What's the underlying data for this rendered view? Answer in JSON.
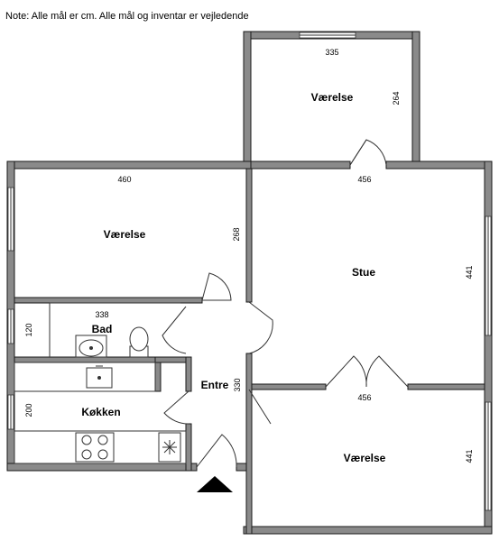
{
  "note": "Note: Alle mål er cm. Alle mål og inventar er vejledende",
  "rooms": {
    "vaerelse_top": {
      "name": "Værelse",
      "width": "335",
      "depth": "264"
    },
    "vaerelse_left": {
      "name": "Værelse",
      "width": "460",
      "depth": "268"
    },
    "stue": {
      "name": "Stue",
      "width": "456",
      "depth": "441"
    },
    "bad": {
      "name": "Bad",
      "width": "338",
      "depth": "120"
    },
    "entre": {
      "name": "Entre",
      "depth": "330"
    },
    "koekken": {
      "name": "Køkken",
      "depth": "200"
    },
    "vaerelse_bottom": {
      "name": "Værelse",
      "width": "456",
      "depth": "441"
    }
  },
  "colors": {
    "wall": "#8a8a8a",
    "line": "#333333",
    "entrance_marker": "#000000"
  },
  "icons": {
    "entrance": "entrance-arrow-icon"
  }
}
